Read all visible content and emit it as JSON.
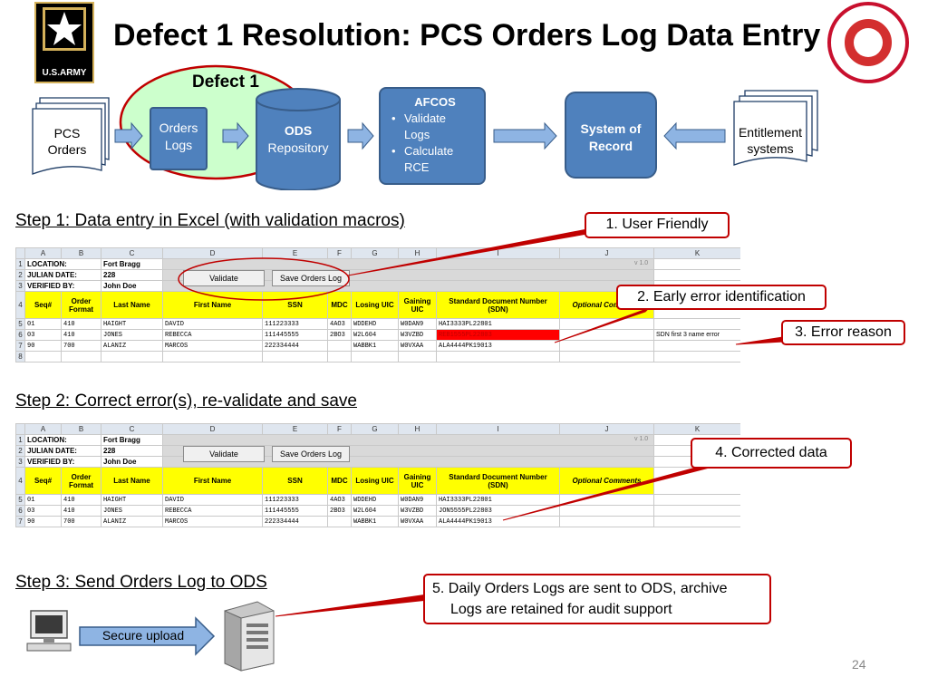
{
  "header": {
    "title": "Defect 1 Resolution: PCS Orders Log Data Entry",
    "army_logo_text": "U.S.ARMY"
  },
  "flow": {
    "defect_label": "Defect 1",
    "pcs_orders": [
      "PCS",
      "Orders"
    ],
    "orders_logs": [
      "Orders",
      "Logs"
    ],
    "ods_title": "ODS",
    "ods_sub": "Repository",
    "afcos_title": "AFCOS",
    "afcos_items": [
      "Validate Logs",
      "Calculate RCE"
    ],
    "system_of_record": [
      "System of",
      "Record"
    ],
    "entitlement": [
      "Entitlement",
      "systems"
    ]
  },
  "steps": {
    "step1": "Step 1: Data entry in Excel (with validation macros)",
    "step2": "Step 2: Correct error(s), re-validate and save",
    "step3": "Step 3: Send Orders Log to ODS"
  },
  "callouts": {
    "c1": "1. User Friendly",
    "c2": "2. Early error identification",
    "c3": "3. Error reason",
    "c4": "4. Corrected data",
    "c5_line1": "5. Daily Orders Logs are sent to ODS, archive",
    "c5_line2": "Logs are retained for audit support"
  },
  "upload": {
    "label": "Secure upload"
  },
  "page_number": "24",
  "sheet": {
    "columns": [
      "",
      "A",
      "B",
      "C",
      "D",
      "E",
      "F",
      "G",
      "H",
      "I",
      "J",
      "K"
    ],
    "location_label": "LOCATION:",
    "location_value": "Fort Bragg",
    "julian_label": "JULIAN DATE:",
    "julian_value": "228",
    "verified_label": "VERIFIED BY:",
    "verified_value": "John Doe",
    "validate_btn": "Validate",
    "save_btn": "Save Orders Log",
    "version": "v 1.0",
    "headers": [
      "Seq#",
      "Order Format",
      "Last Name",
      "First Name",
      "SSN",
      "MDC",
      "Losing UIC",
      "Gaining UIC",
      "Standard Document Number (SDN)",
      "Optional Comments"
    ],
    "rows1": [
      [
        "01",
        "410",
        "HAIGHT",
        "DAVID",
        "111223333",
        "4AO3",
        "WDDEHD",
        "W0DAN9",
        "HAI3333PL22801",
        "",
        ""
      ],
      [
        "03",
        "410",
        "JONES",
        "REBECCA",
        "111445555",
        "2BO3",
        "W2L604",
        "W3VZBD",
        "REB1555PL22803",
        "",
        "SDN first 3 name error"
      ],
      [
        "90",
        "700",
        "ALANIZ",
        "MARCOS",
        "222334444",
        "",
        "WABBK1",
        "W0VXAA",
        "ALA4444PK19013",
        "",
        ""
      ]
    ],
    "rows2": [
      [
        "01",
        "410",
        "HAIGHT",
        "DAVID",
        "111223333",
        "4AO3",
        "WDDEHD",
        "W0DAN9",
        "HAI3333PL22801",
        "",
        ""
      ],
      [
        "03",
        "410",
        "JONES",
        "REBECCA",
        "111445555",
        "2BO3",
        "W2L604",
        "W3VZBD",
        "JON5555PL22803",
        "",
        ""
      ],
      [
        "90",
        "700",
        "ALANIZ",
        "MARCOS",
        "222334444",
        "",
        "WABBK1",
        "W0VXAA",
        "ALA4444PK19013",
        "",
        ""
      ]
    ]
  }
}
